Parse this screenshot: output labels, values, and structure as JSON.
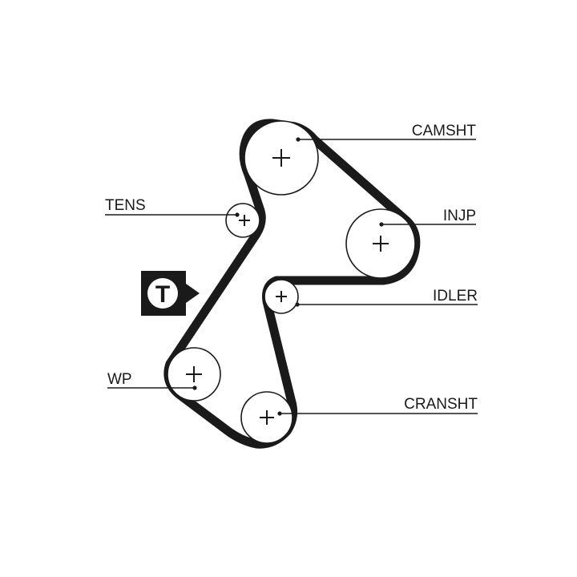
{
  "labels": {
    "camshaft": "CAMSHT",
    "injection_pump": "INJP",
    "idler": "IDLER",
    "tensioner": "TENS",
    "water_pump": "WP",
    "crankshaft": "CRANSHT"
  },
  "tensioner_badge": {
    "letter": "T"
  },
  "colors": {
    "ink": "#1a1a1a",
    "background": "#ffffff"
  }
}
